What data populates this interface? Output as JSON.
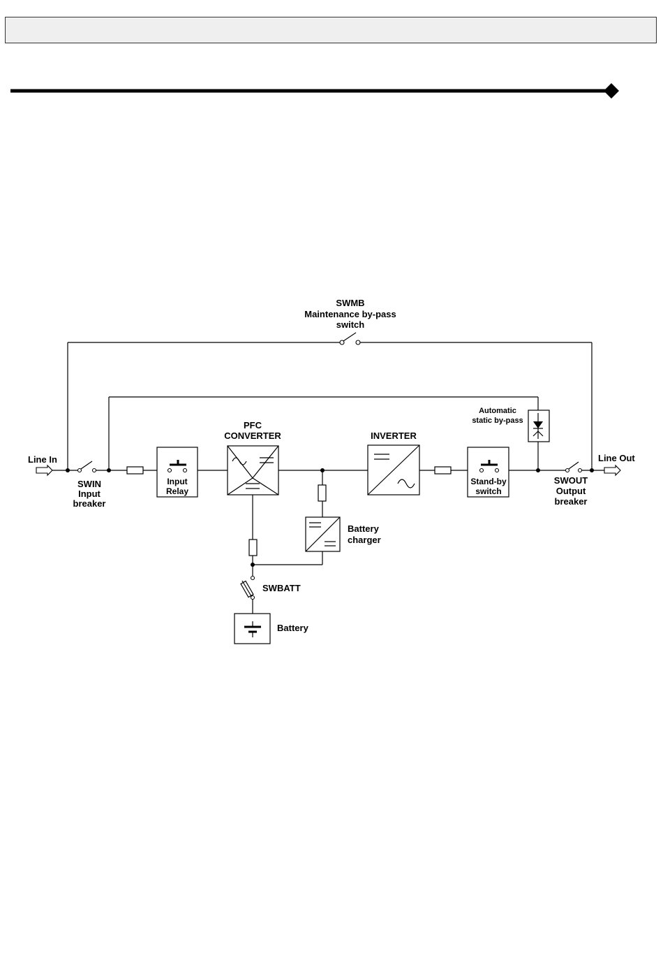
{
  "header": {
    "text": ""
  },
  "diagram": {
    "swmb": {
      "title": "SWMB",
      "line1": "Maintenance by-pass",
      "line2": "switch"
    },
    "line_in": "Line In",
    "line_out": "Line Out",
    "swin": {
      "title": "SWIN",
      "line1": "Input",
      "line2": "breaker"
    },
    "input_relay": {
      "line1": "Input",
      "line2": "Relay"
    },
    "pfc": {
      "line1": "PFC",
      "line2": "CONVERTER"
    },
    "inverter": "INVERTER",
    "standby": {
      "line1": "Stand-by",
      "line2": "switch"
    },
    "bypass": {
      "line1": "Automatic",
      "line2": "static by-pass"
    },
    "swout": {
      "title": "SWOUT",
      "line1": "Output",
      "line2": "breaker"
    },
    "charger": {
      "line1": "Battery",
      "line2": "charger"
    },
    "swbatt": "SWBATT",
    "battery": "Battery"
  }
}
